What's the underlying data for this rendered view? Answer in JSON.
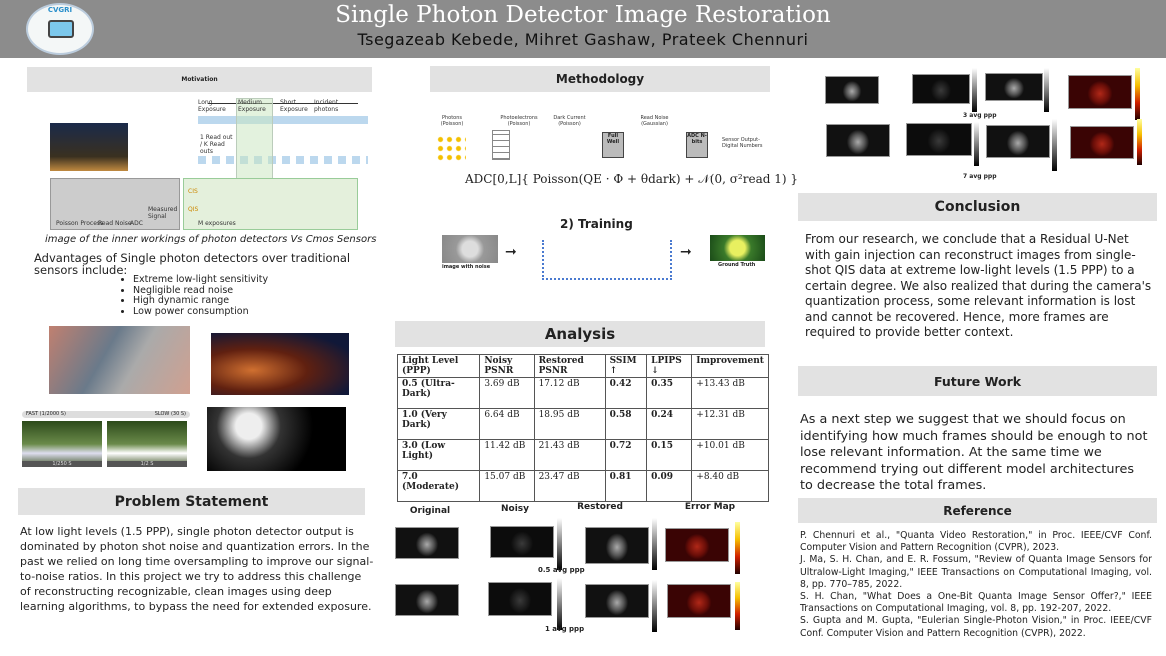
{
  "header": {
    "title": "Single Photon Detector Image Restoration",
    "authors": "Tsegazeab Kebede, Mihret Gashaw, Prateek Chennuri",
    "logo_text": "CVGRI"
  },
  "motivation": {
    "heading": "Motivation",
    "fig_labels": {
      "long": "Long Exposure",
      "medium": "Medium Exposure",
      "short": "Short Exposure",
      "incident": "Incident photons",
      "readout": "1 Read out / K Read outs",
      "cis": "CIS",
      "qis": "QIS",
      "m_exposures": "M exposures",
      "poisson": "Poisson Process",
      "read_noise": "Read Noise",
      "adc": "ADC",
      "measured": "Measured Signal"
    },
    "caption": "image of the inner workings of  photon detectors Vs Cmos Sensors",
    "advantages_intro": "Advantages of Single photon detectors over traditional sensors include:",
    "advantages": [
      "Extreme low-light sensitivity",
      "Negligible read noise",
      "High dynamic range",
      "Low power consumption"
    ],
    "fast_label": "FAST (1/2000 S)",
    "slow_label": "SLOW (30 S)",
    "shutter1": "1/250 S",
    "shutter2": "1/2 S"
  },
  "problem": {
    "heading": "Problem Statement",
    "text": "At low light levels (1.5 PPP), single photon detector output is dominated by photon shot noise and quantization errors. In the past we relied on long time oversampling to improve our signal-to-noise ratios. In this project we try to address this challenge of reconstructing recognizable, clean images using deep learning algorithms,  to bypass the need for extended exposure."
  },
  "methodology": {
    "heading": "Methodology",
    "stages": [
      "Photons (Poisson)",
      "Photoelectrons (Poisson)",
      "Dark Current (Poisson)",
      "Full Well",
      "Read Noise (Gaussian)",
      "ADC N-bits",
      "Sensor Output- Digital Numbers"
    ],
    "formula": "ADC[0,L]{ Poisson(QE · Φ + θdark) + 𝒩(0, σ²read 1) }",
    "training_heading": "2) Training",
    "input_label": "image with noise",
    "output_label": "Ground Truth"
  },
  "analysis": {
    "heading": "Analysis",
    "columns": [
      "Light Level (PPP)",
      "Noisy PSNR",
      "Restored PSNR",
      "SSIM ↑",
      "LPIPS ↓",
      "Improvement"
    ],
    "rows": [
      [
        "0.5 (Ultra-Dark)",
        "3.69 dB",
        "17.12 dB",
        "0.42",
        "0.35",
        "+13.43 dB"
      ],
      [
        "1.0 (Very Dark)",
        "6.64 dB",
        "18.95 dB",
        "0.58",
        "0.24",
        "+12.31 dB"
      ],
      [
        "3.0 (Low Light)",
        "11.42 dB",
        "21.43 dB",
        "0.72",
        "0.15",
        "+10.01 dB"
      ],
      [
        "7.0 (Moderate)",
        "15.07 dB",
        "23.47 dB",
        "0.81",
        "0.09",
        "+8.40 dB"
      ]
    ]
  },
  "results": {
    "col_labels": [
      "Original",
      "Noisy",
      "Restored",
      "Error Map"
    ],
    "row1": "0.5 avg ppp",
    "row2": "1 avg ppp",
    "row3": "3 avg ppp",
    "row4": "7 avg ppp"
  },
  "conclusion": {
    "heading": "Conclusion",
    "text": "From our research, we conclude that a Residual U-Net with gain injection can reconstruct images from single-shot QIS data at extreme low-light levels (1.5 PPP) to a certain degree. We also realized that during the camera's quantization process, some relevant information is lost and cannot be recovered. Hence, more frames are required to provide better context."
  },
  "future": {
    "heading": "Future Work",
    "text": "As a next step we suggest that we should focus on identifying how much frames should be enough to not lose relevant information. At the same time we recommend trying out different model architectures to decrease the total frames."
  },
  "reference": {
    "heading": "Reference",
    "items": [
      "P. Chennuri et al., \"Quanta Video Restoration,\" in Proc. IEEE/CVF Conf. Computer Vision and Pattern Recognition (CVPR), 2023.",
      "J. Ma, S. H. Chan, and E. R. Fossum, \"Review of Quanta Image Sensors for Ultralow-Light Imaging,\" IEEE Transactions on Computational Imaging, vol. 8, pp. 770–785, 2022.",
      "S. H. Chan, \"What Does a One-Bit Quanta Image Sensor Offer?,\" IEEE Transactions on Computational Imaging, vol. 8, pp. 192-207, 2022.",
      "S. Gupta and M. Gupta, \"Eulerian Single-Photon Vision,\" in Proc. IEEE/CVF Conf. Computer Vision and Pattern Recognition (CVPR), 2022."
    ]
  }
}
